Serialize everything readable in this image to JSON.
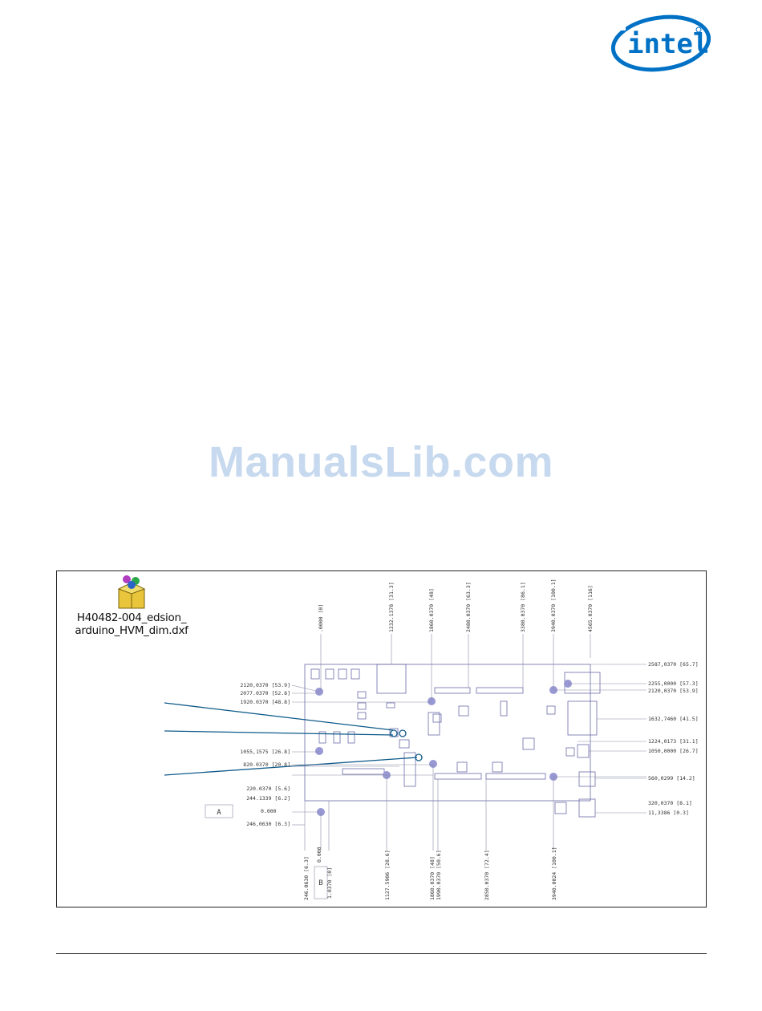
{
  "brand": {
    "logo_text": "intel",
    "color": "#0071c5"
  },
  "watermark": {
    "text": "ManualsLib.com"
  },
  "attachment": {
    "filename_line1": "H40482-004_edsion_",
    "filename_line2": "arduino_HVM_dim.dxf",
    "icon": "package-file-icon"
  },
  "dimensions": {
    "right": [
      "2587,0370 [65.7]",
      "2255,0000 [57.3]",
      "2120,0370 [53.9]",
      "1632,7460 [41.5]",
      "1224,0173 [31.1]",
      "1050,0000 [26.7]",
      "560,0299 [14.2]",
      "320,0370 [8.1]",
      "11,3386 [0.3]"
    ],
    "left": [
      "2120,0370 [53.9]",
      "2077.0370 [52.8]",
      "1920.0370 [48.8]",
      "1055,1575 [26.8]",
      "820.0370 [20.8]",
      "220.0370 [5.6]",
      "244.1339 [6.2]",
      "0.000",
      "246,0630 [6.3]"
    ],
    "top": [
      ".0000 [0]",
      "1232.1378 [31.3]",
      "1860.0370 [48]",
      "2480.0370 [63.3]",
      "3380.0370 [86.1]",
      "3940.0370 [100.1]",
      "4565.0370 [116]"
    ],
    "bottom": [
      "246.0630 [6.3]",
      "0.000",
      "1.0370 [0]",
      "1127.5906 [28.6]",
      "1860.0370 [48]",
      "1990.0370 [50.6]",
      "2850.0370 [72.4]",
      "3940.0024 [100.1]"
    ],
    "datum_a": "A",
    "datum_b": "B"
  }
}
